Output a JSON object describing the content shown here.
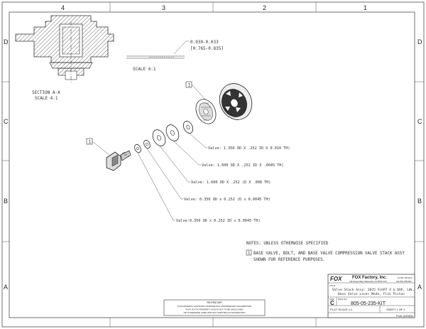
{
  "zones": {
    "columns": [
      "4",
      "3",
      "2",
      "1"
    ],
    "rows": [
      "D",
      "C",
      "B",
      "A"
    ]
  },
  "section": {
    "title": "SECTION A-A",
    "scale": "SCALE 4:1"
  },
  "shim_detail": {
    "dim_line1": "0.030-0.033",
    "dim_line2": "[0.765-0.835]",
    "scale": "SCALE 4:1"
  },
  "balloons": [
    "1",
    "1"
  ],
  "callouts": [
    "Valve: 1.350 OD X .252 ID X 0.010 TH)",
    "Valve: 1.600 OD X .252 ID X .0045 TH)",
    "Valve: 1.600 OD X .252 (D X .008 TH)",
    "Valve: 0.350 OD x 0.252 (D x 0.0045 TH)",
    "Valve:0.350 OD x 0.252 ID x 0.0045 TH)"
  ],
  "notes": {
    "heading": "NOTES: UNLESS OTHERWISE SPECIFIED",
    "balloon": "1",
    "line1": "BASE VALVE, BOLT, AND BASE VALVE COMPRESSION VALVE STACK ASSY",
    "line2": "SHOWN FOR REFERENCE PURPOSES."
  },
  "title_block": {
    "logo": "FOX",
    "company": "FOX Factory, Inc.",
    "address": "130 Hangar Way, Watsonville, CA 95076 USA",
    "phone": "PH 831-768-1100",
    "fax": "FAX 831-768-9312",
    "title_label": "TITLE",
    "title_line1": "Valve Stack Assy: 2025 FLOAT X & DHX, LWL,",
    "title_line2": "Base Valve Lever Mode, Flat Piston",
    "size_label": "SIZE",
    "size": "C",
    "dwg_label": "DWG NO.",
    "dwg_no": "805-05-235-KIT",
    "scale": "PLOT SCALE 1:1",
    "sheet": "SHEET 1 OF 1",
    "proe": "ProE ASSEM"
  },
  "proprietary": {
    "heading": "PROPRIETARY",
    "line1": "THIS DRAWING CONTAINS CONFIDENTIAL PROPRIETARY INFORMATION",
    "line2": "THAT IS FOX PROPERTY AND IS NOT TO BE DISCLOSED",
    "line3": "OR OTHERWISE USED WITHOUT WRITTEN AUTHORIZATION"
  }
}
